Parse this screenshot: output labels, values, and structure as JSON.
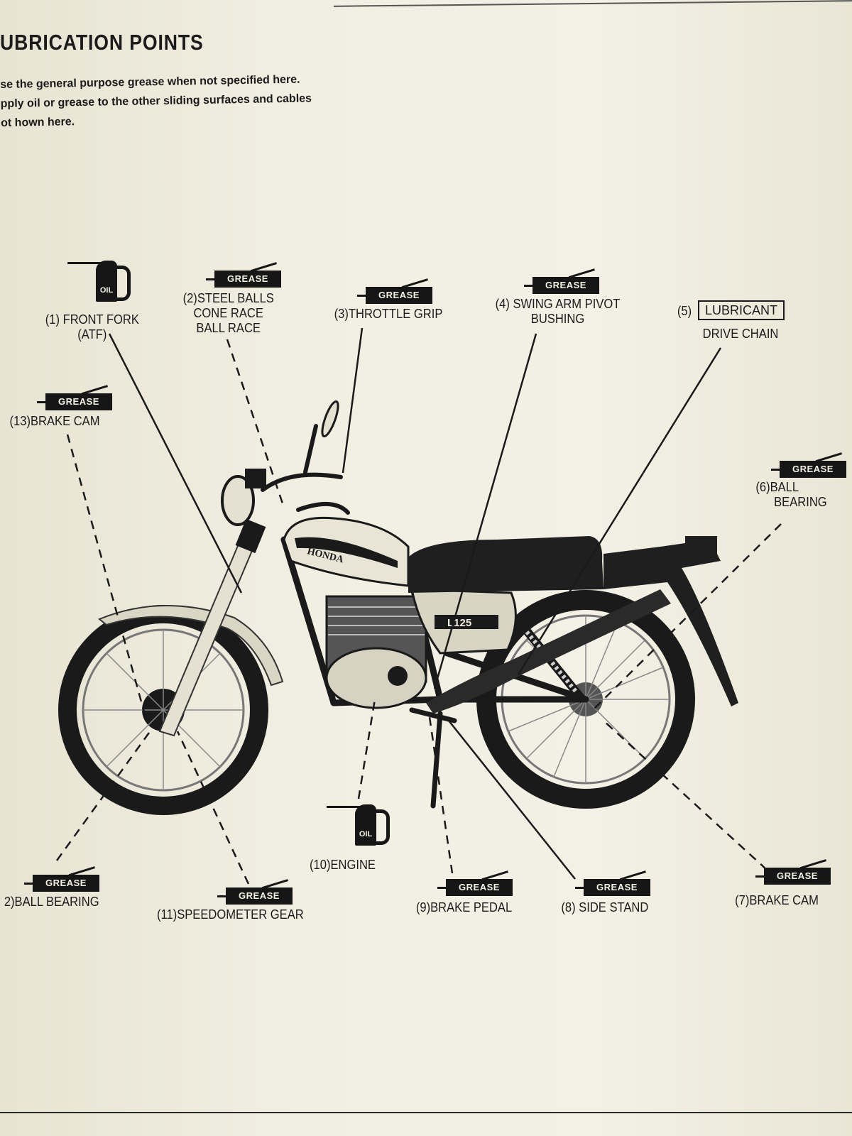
{
  "header": {
    "title": "UBRICATION POINTS",
    "lines": [
      "se the general purpose grease when not specified here.",
      "pply oil or grease to the other sliding surfaces and cables",
      "ot hown here."
    ]
  },
  "tags": {
    "grease": "GREASE",
    "oil": "OIL",
    "lubricant": "LUBRICANT"
  },
  "bike": {
    "tank_brand": "HONDA",
    "side_badge": "L125"
  },
  "points": {
    "p1": {
      "line1": "(1) FRONT FORK",
      "line2": "(ATF)"
    },
    "p2": {
      "line1": "(2)STEEL BALLS",
      "line2": "CONE RACE",
      "line3": "BALL RACE"
    },
    "p3": {
      "line1": "(3)THROTTLE GRIP"
    },
    "p4": {
      "line1": "(4) SWING ARM PIVOT",
      "line2": "BUSHING"
    },
    "p5": {
      "num": "(5)",
      "line2": "DRIVE CHAIN"
    },
    "p6": {
      "line1": "(6)BALL",
      "line2": "BEARING"
    },
    "p7": {
      "line1": "(7)BRAKE CAM"
    },
    "p8": {
      "line1": "(8) SIDE STAND"
    },
    "p9": {
      "line1": "(9)BRAKE PEDAL"
    },
    "p10": {
      "line1": "(10)ENGINE"
    },
    "p11": {
      "line1": "(11)SPEEDOMETER GEAR"
    },
    "p12": {
      "line1": "2)BALL BEARING"
    },
    "p13": {
      "line1": "(13)BRAKE CAM"
    }
  },
  "colors": {
    "ink": "#161616",
    "paper": "#efeddf"
  }
}
